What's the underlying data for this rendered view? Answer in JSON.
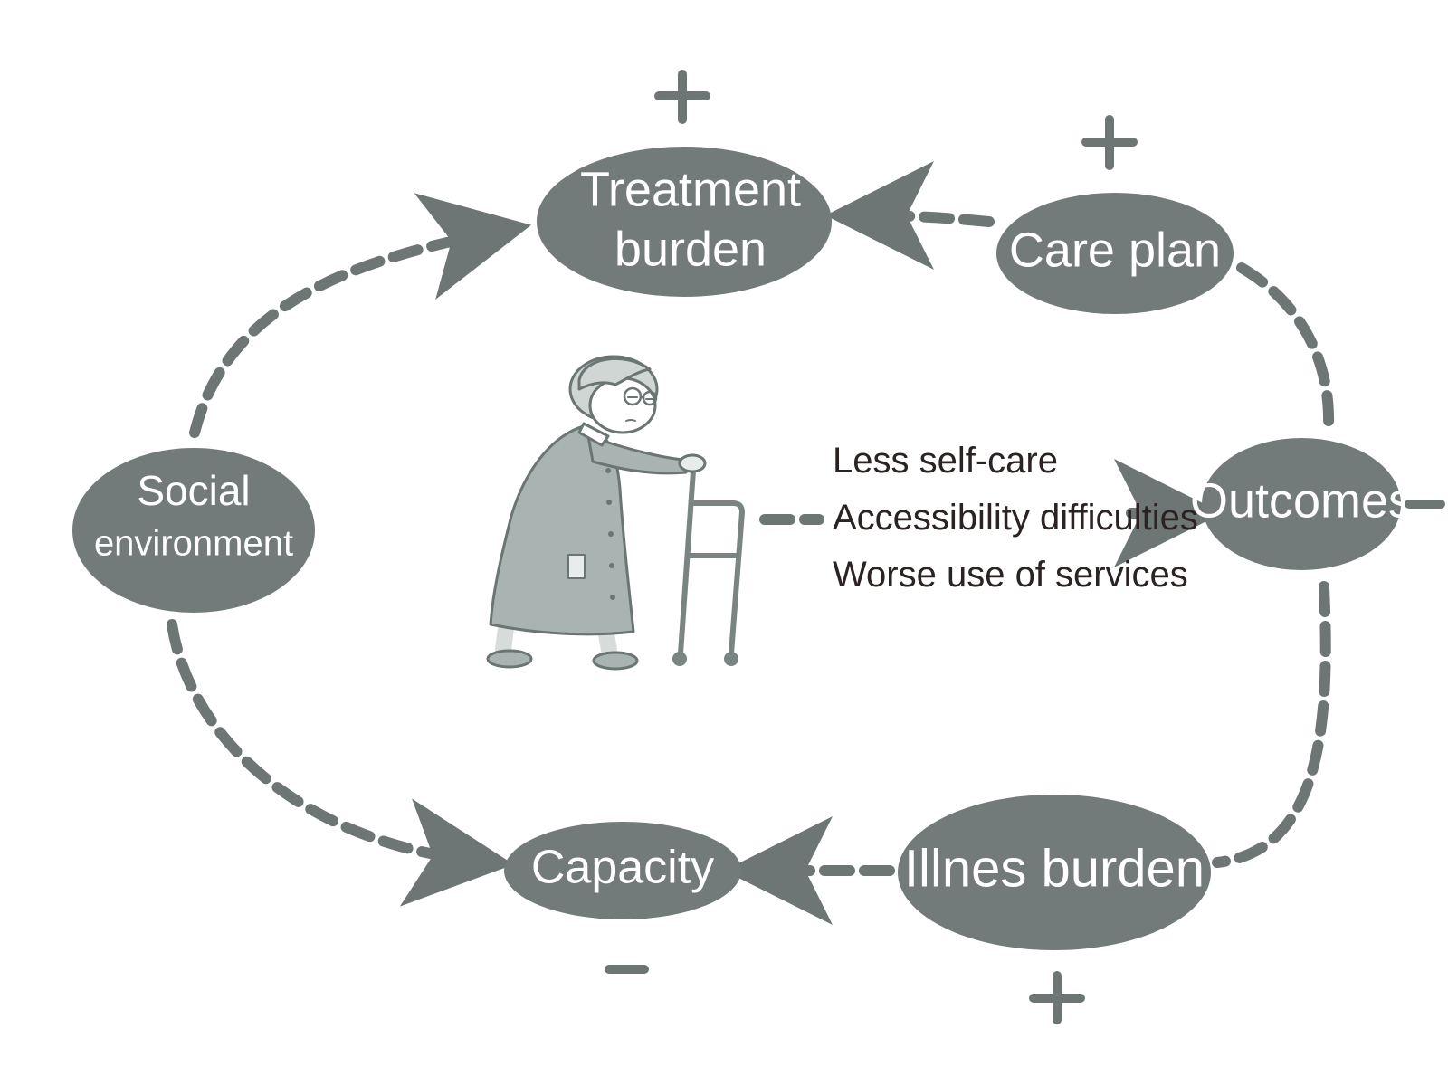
{
  "nodes": {
    "treatment_burden": {
      "line1": "Treatment",
      "line2": "burden",
      "sign": "+"
    },
    "care_plan": {
      "label": "Care plan",
      "sign": "+"
    },
    "outcomes": {
      "label": "Outcomes",
      "sign": "–"
    },
    "illness_burden": {
      "label": "Illnes burden",
      "sign": "+"
    },
    "capacity": {
      "label": "Capacity",
      "sign": "–"
    },
    "social_environment": {
      "line1": "Social",
      "line2": "environment"
    }
  },
  "effects": [
    "Less self-care",
    "Accessibility difficulties",
    "Worse use of services"
  ],
  "colors": {
    "node_fill": "#737b7a",
    "arrow": "#6e7675",
    "figure_fill": "#a9b3b1",
    "figure_light": "#cfd6d4",
    "text_dark": "#2b2222",
    "background": "#ffffff"
  }
}
